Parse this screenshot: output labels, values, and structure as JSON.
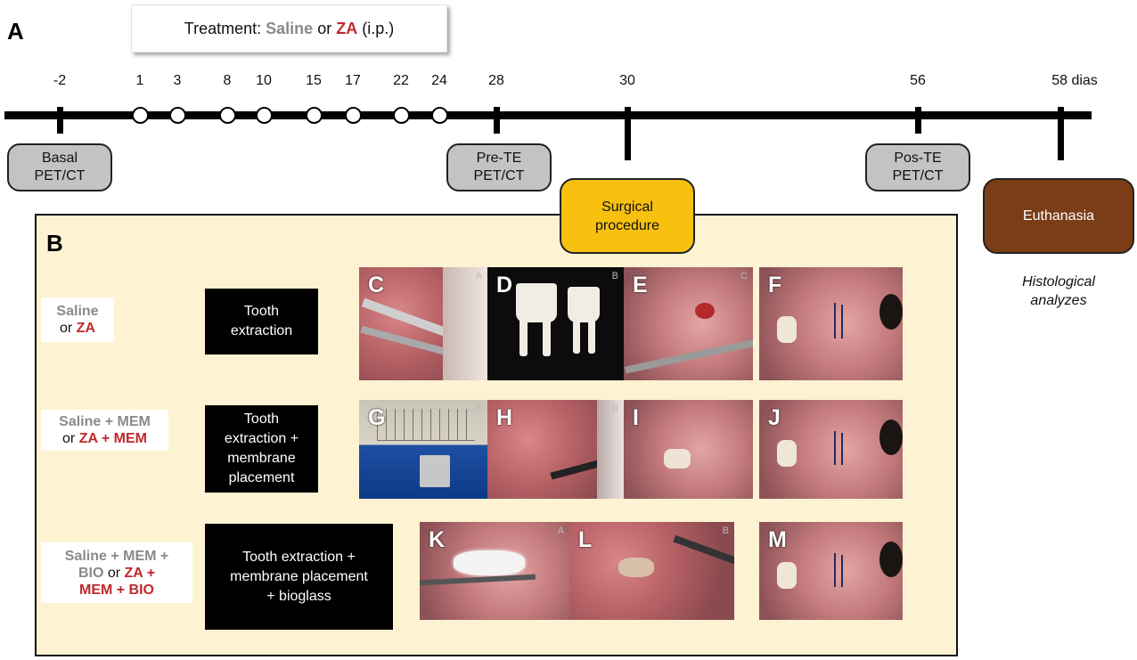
{
  "panel_letters": {
    "A": "A",
    "B": "B"
  },
  "treatment": {
    "prefix": "Treatment: ",
    "saline": "Saline",
    "or": " or ",
    "za": "ZA",
    "route": " (i.p.)"
  },
  "timeline": {
    "days": [
      "-2",
      "1",
      "3",
      "8",
      "10",
      "15",
      "17",
      "22",
      "24",
      "28",
      "30",
      "56",
      "58 dias"
    ],
    "injection_days": [
      "1",
      "3",
      "8",
      "10",
      "15",
      "17",
      "22",
      "24"
    ]
  },
  "events": {
    "basal": [
      "Basal",
      "PET/CT"
    ],
    "pre": [
      "Pre-TE",
      "PET/CT"
    ],
    "pos": [
      "Pos-TE",
      "PET/CT"
    ],
    "surgical": [
      "Surgical",
      "procedure"
    ],
    "euthanasia": "Euthanasia",
    "histo": [
      "Histological",
      "analyzes"
    ]
  },
  "groups": [
    {
      "gray1": "Saline",
      "plain1": "or ",
      "red1": "ZA"
    },
    {
      "gray1": "Saline + MEM",
      "plain1": "or ",
      "red1": "ZA + MEM"
    },
    {
      "gray1": "Saline + MEM +",
      "gray2": "BIO",
      "plain2": " or ",
      "red2": "ZA +",
      "red3": "MEM + BIO"
    }
  ],
  "procedures": [
    [
      "Tooth",
      "extraction"
    ],
    [
      "Tooth",
      "extraction +",
      "membrane",
      "placement"
    ],
    [
      "Tooth extraction +",
      "membrane placement",
      "+ bioglass"
    ]
  ],
  "photos": {
    "C": {
      "label": "C",
      "corner": "A"
    },
    "D": {
      "label": "D",
      "corner": "B"
    },
    "E": {
      "label": "E",
      "corner": "C"
    },
    "F": {
      "label": "F"
    },
    "G": {
      "label": "G",
      "corner": "A"
    },
    "H": {
      "label": "H",
      "corner": "B"
    },
    "I": {
      "label": "I"
    },
    "J": {
      "label": "J"
    },
    "K": {
      "label": "K",
      "corner": "A"
    },
    "L": {
      "label": "L",
      "corner": "B"
    },
    "M": {
      "label": "M"
    }
  }
}
